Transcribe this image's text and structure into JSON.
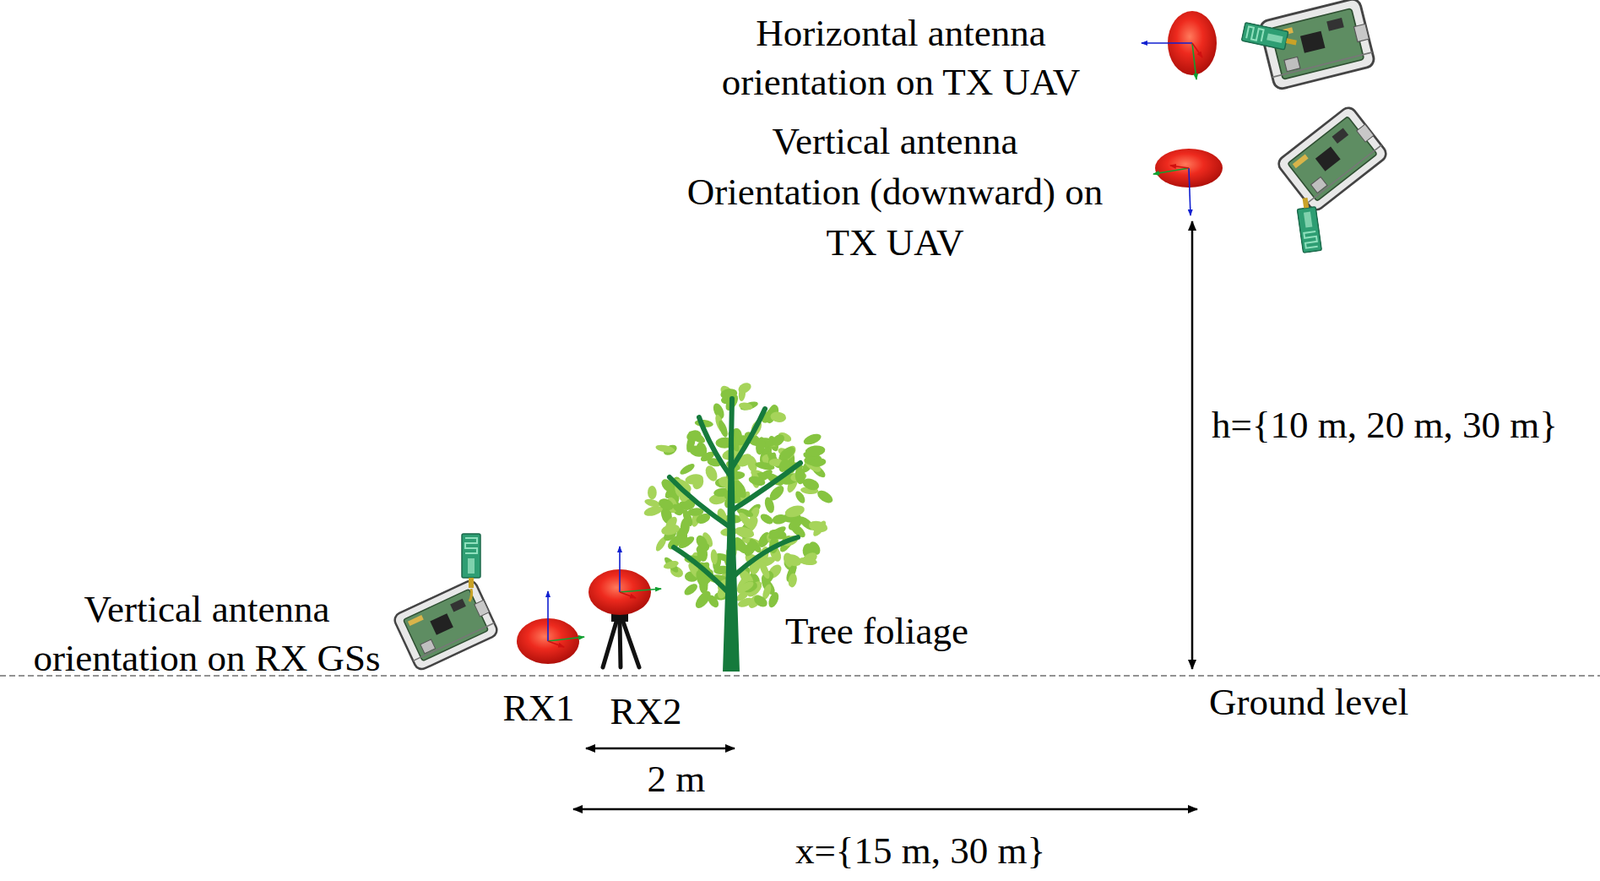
{
  "diagram": {
    "labels": [
      "Horizontal antenna orientation on TX UAV",
      "Vertical antenna Orientation (downward) on TX UAV",
      "h={10 m, 20 m, 30 m}",
      "Vertical antenna orientation on RX GSs",
      "Tree foliage",
      "RX1",
      "RX2",
      "Ground level",
      "2 m",
      "x={15 m, 30 m}"
    ]
  }
}
